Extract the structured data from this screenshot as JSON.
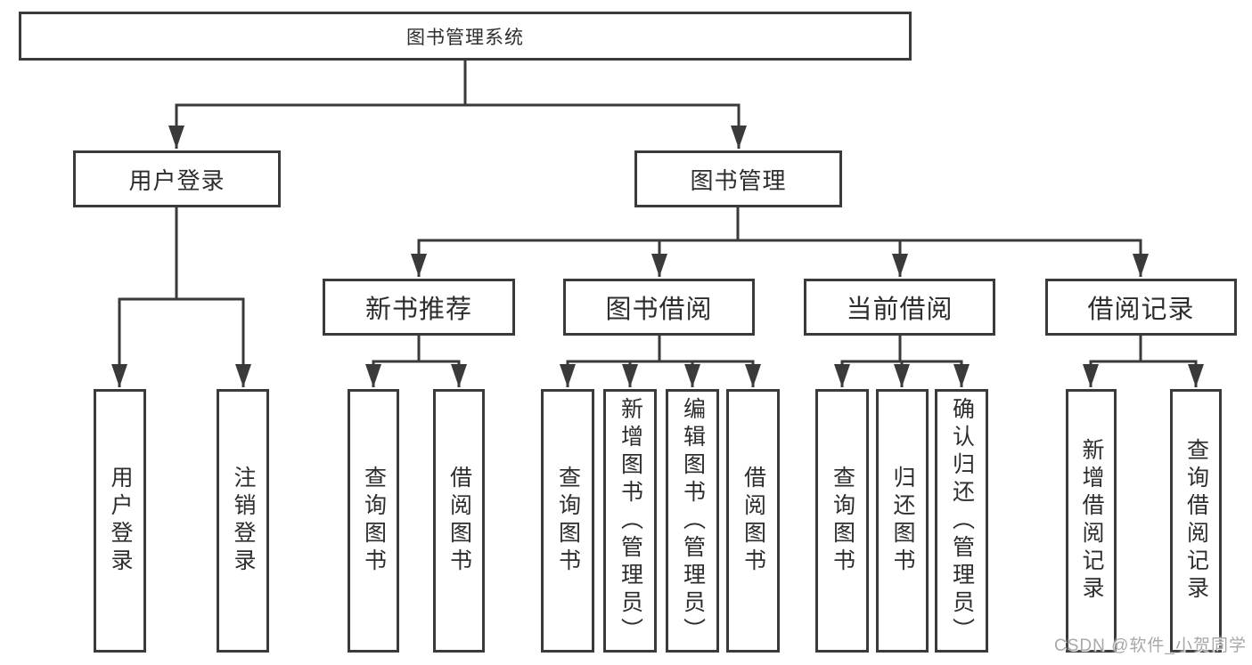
{
  "root": {
    "label": "图书管理系统"
  },
  "branches": {
    "user_login": {
      "label": "用户登录",
      "children": [
        {
          "label": "用户登录"
        },
        {
          "label": "注销登录"
        }
      ]
    },
    "book_management": {
      "label": "图书管理",
      "sections": [
        {
          "label": "新书推荐",
          "children": [
            {
              "label": "查询图书"
            },
            {
              "label": "借阅图书"
            }
          ]
        },
        {
          "label": "图书借阅",
          "children": [
            {
              "label": "查询图书"
            },
            {
              "label": "新增图书（管理员）"
            },
            {
              "label": "编辑图书（管理员）"
            },
            {
              "label": "借阅图书"
            }
          ]
        },
        {
          "label": "当前借阅",
          "children": [
            {
              "label": "查询图书"
            },
            {
              "label": "归还图书"
            },
            {
              "label": "确认归还（管理员）"
            }
          ]
        },
        {
          "label": "借阅记录",
          "children": [
            {
              "label": "新增借阅记录"
            },
            {
              "label": "查询借阅记录"
            }
          ]
        }
      ]
    }
  },
  "watermark": "CSDN @软件_小贺同学",
  "colors": {
    "line": "#3a3a3a",
    "text": "#2d2d2d",
    "watermark": "#a8a8a8",
    "bg": "#ffffff"
  }
}
